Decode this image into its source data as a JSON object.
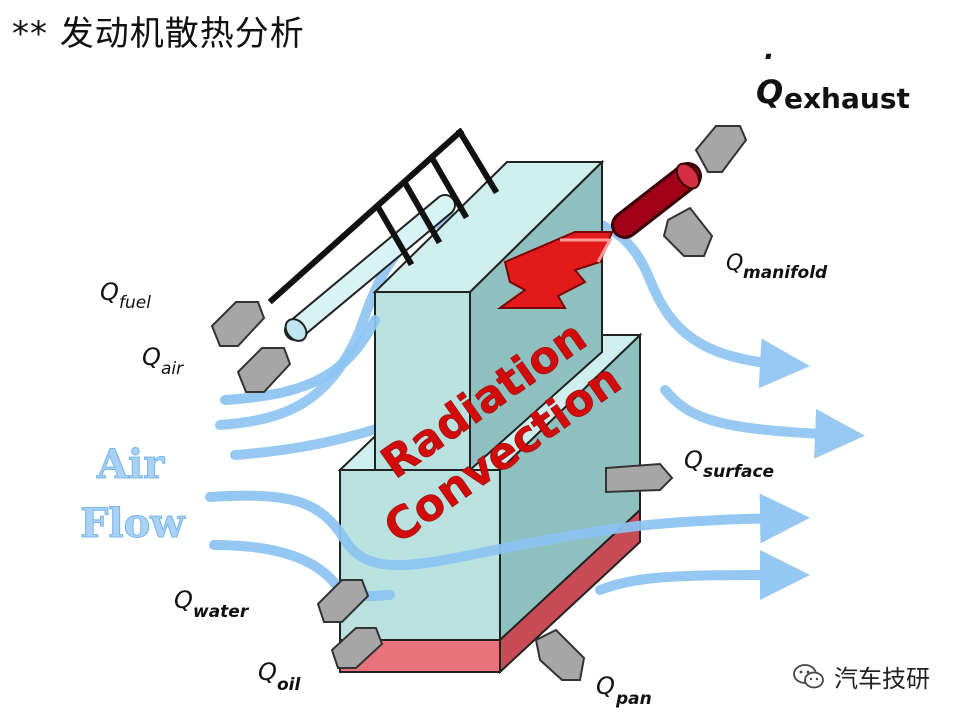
{
  "page": {
    "title": "** 发动机散热分析"
  },
  "diagram": {
    "air_flow": {
      "line1": "Air",
      "line2": "Flow"
    },
    "body_text": {
      "line1": "Radiation",
      "line2": "Convection"
    },
    "heat_labels": {
      "exhaust": {
        "q": "Q",
        "sub": "exhaust"
      },
      "manifold": {
        "q": "Q",
        "sub": "manifold"
      },
      "fuel": {
        "q": "Q",
        "sub": "fuel"
      },
      "air": {
        "q": "Q",
        "sub": "air"
      },
      "surface": {
        "q": "Q",
        "sub": "surface"
      },
      "water": {
        "q": "Q",
        "sub": "water"
      },
      "oil": {
        "q": "Q",
        "sub": "oil"
      },
      "pan": {
        "q": "Q",
        "sub": "pan"
      }
    },
    "colors": {
      "air_stream": "#8cc4f2",
      "engine_block": "#b9e1e0",
      "oil_pan": "#e8737c",
      "exhaust_pipe": "#b00018",
      "arrow_fill": "#a6a6a6",
      "label_red": "#d10a0a"
    }
  },
  "watermark": {
    "text": "汽车技研",
    "icon": "wechat-icon"
  }
}
